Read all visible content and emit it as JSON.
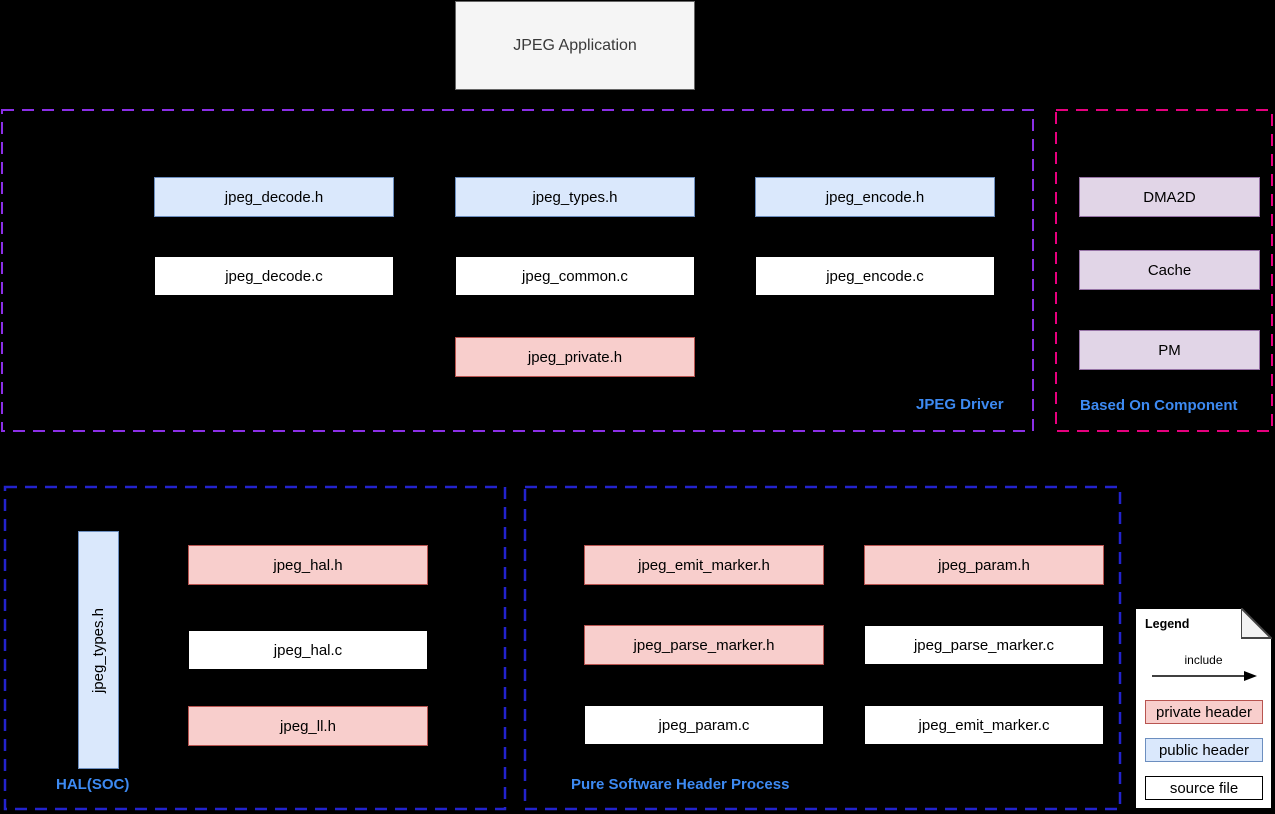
{
  "app_box": {
    "label": "JPEG Application"
  },
  "containers": {
    "driver": {
      "label": "JPEG Driver",
      "border_color": "#8b2fe6"
    },
    "based_on": {
      "label": "Based On Component",
      "border_color": "#e6007e"
    },
    "hal": {
      "label": "HAL(SOC)",
      "border_color": "#2323cd"
    },
    "pure_sw": {
      "label": "Pure Software Header Process",
      "border_color": "#2323cd"
    }
  },
  "driver_nodes": {
    "decode_h": "jpeg_decode.h",
    "types_h": "jpeg_types.h",
    "encode_h": "jpeg_encode.h",
    "decode_c": "jpeg_decode.c",
    "common_c": "jpeg_common.c",
    "encode_c": "jpeg_encode.c",
    "private_h": "jpeg_private.h"
  },
  "based_on_nodes": {
    "dma2d": "DMA2D",
    "cache": "Cache",
    "pm": "PM"
  },
  "hal_nodes": {
    "types_h_vertical": "jpeg_types.h",
    "hal_h": "jpeg_hal.h",
    "hal_c": "jpeg_hal.c",
    "ll_h": "jpeg_ll.h"
  },
  "pure_sw_nodes": {
    "emit_marker_h": "jpeg_emit_marker.h",
    "param_h": "jpeg_param.h",
    "parse_marker_h": "jpeg_parse_marker.h",
    "parse_marker_c": "jpeg_parse_marker.c",
    "param_c": "jpeg_param.c",
    "emit_marker_c": "jpeg_emit_marker.c"
  },
  "legend": {
    "title": "Legend",
    "include_label": "include",
    "items": [
      {
        "label": "private header",
        "fill": "#f8cecc",
        "border": "#b85450"
      },
      {
        "label": "public header",
        "fill": "#dae8fc",
        "border": "#6c8ebf"
      },
      {
        "label": "source file",
        "fill": "#ffffff",
        "border": "#000000"
      }
    ]
  },
  "colors": {
    "background": "#000000",
    "public_header_fill": "#dae8fc",
    "public_header_border": "#6c8ebf",
    "private_header_fill": "#f8cecc",
    "private_header_border": "#b85450",
    "source_file_fill": "#ffffff",
    "source_file_border": "#000000",
    "component_fill": "#e1d5e7",
    "component_border": "#9673a6",
    "app_box_fill": "#f5f5f5",
    "app_box_border": "#666666",
    "group_label_color": "#3d8af2"
  }
}
